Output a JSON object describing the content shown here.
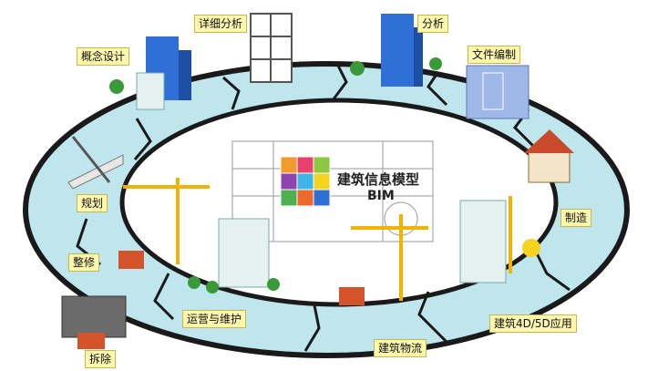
{
  "center": {
    "title_line1": "建筑信息模型",
    "title_line2": "BIM"
  },
  "stages": [
    {
      "key": "concept",
      "label": "概念设计"
    },
    {
      "key": "detailed-analysis",
      "label": "详细分析"
    },
    {
      "key": "analysis",
      "label": "分析"
    },
    {
      "key": "documentation",
      "label": "文件编制"
    },
    {
      "key": "fabrication",
      "label": "制造"
    },
    {
      "key": "construction-4d5d",
      "label": "建筑4D/5D应用"
    },
    {
      "key": "construction-logistics",
      "label": "建筑物流"
    },
    {
      "key": "operation-maintenance",
      "label": "运营与维护"
    },
    {
      "key": "demolition",
      "label": "拆除"
    },
    {
      "key": "renovation",
      "label": "整修"
    },
    {
      "key": "planning",
      "label": "规划"
    }
  ],
  "colors": {
    "ring_fill": "#bfe6ec",
    "ring_outline": "#1a1a1a",
    "label_bg": "#fdf7b0",
    "building_blue": "#2f6fd6",
    "building_light": "#e4f1ef",
    "crane": "#f0b400",
    "brick": "#d4532a"
  }
}
